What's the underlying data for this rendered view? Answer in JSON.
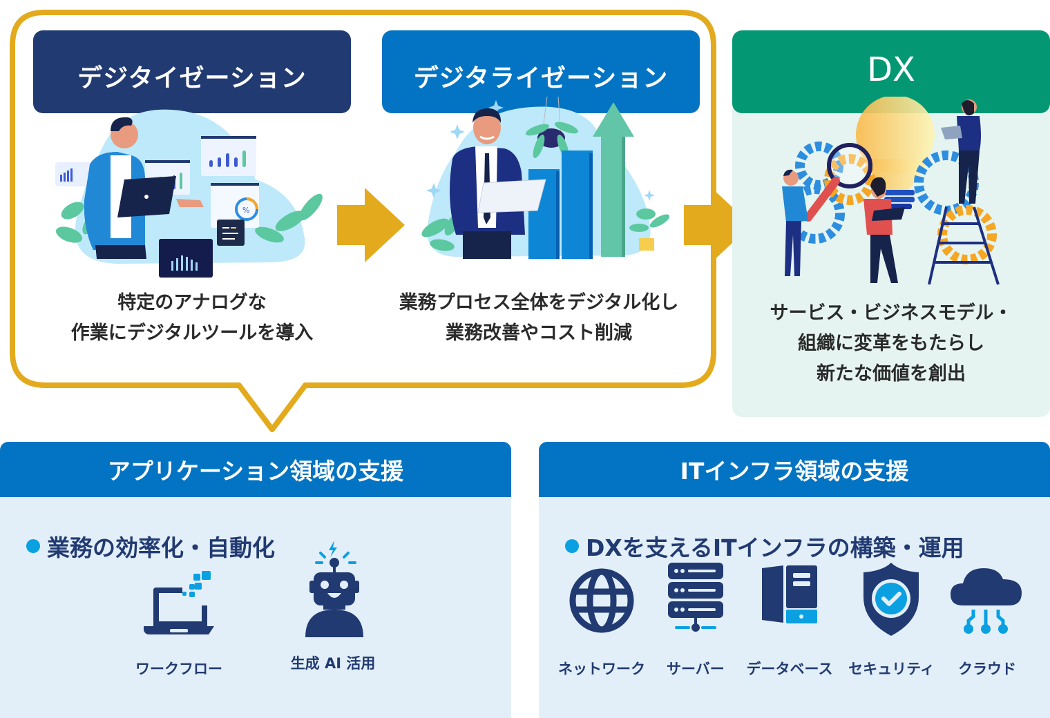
{
  "stages": {
    "digitization": {
      "title": "デジタイゼーション",
      "description_lines": [
        "特定のアナログな",
        "作業にデジタルツールを導入"
      ]
    },
    "digitalization": {
      "title": "デジタライゼーション",
      "description_lines": [
        "業務プロセス全体をデジタル化し",
        "業務改善やコスト削減"
      ]
    },
    "dx": {
      "title": "DX",
      "description_lines": [
        "サービス・ビジネスモデル・",
        "組織に変革をもたらし",
        "新たな価値を創出"
      ]
    }
  },
  "support_areas": {
    "application": {
      "title": "アプリケーション領域の支援",
      "bullet": "業務の効率化・自動化",
      "items": [
        {
          "label": "ワークフロー",
          "icon": "laptop-workflow-icon"
        },
        {
          "label": "生成 AI 活用",
          "icon": "robot-ai-icon"
        }
      ]
    },
    "infrastructure": {
      "title": "ITインフラ領域の支援",
      "bullet": "DXを支えるITインフラの構築・運用",
      "items": [
        {
          "label": "ネットワーク",
          "icon": "globe-network-icon"
        },
        {
          "label": "サーバー",
          "icon": "server-icon"
        },
        {
          "label": "データベース",
          "icon": "database-icon"
        },
        {
          "label": "セキュリティ",
          "icon": "shield-check-icon"
        },
        {
          "label": "クラウド",
          "icon": "cloud-icon"
        }
      ]
    }
  },
  "colors": {
    "frame_gold": "#e3aa1d",
    "navy": "#213a72",
    "blue": "#0274c3",
    "green": "#039873",
    "light_blue": "#0aa0e2",
    "dx_bg": "#e5f4f1",
    "support_bg": "#e3eff8"
  }
}
